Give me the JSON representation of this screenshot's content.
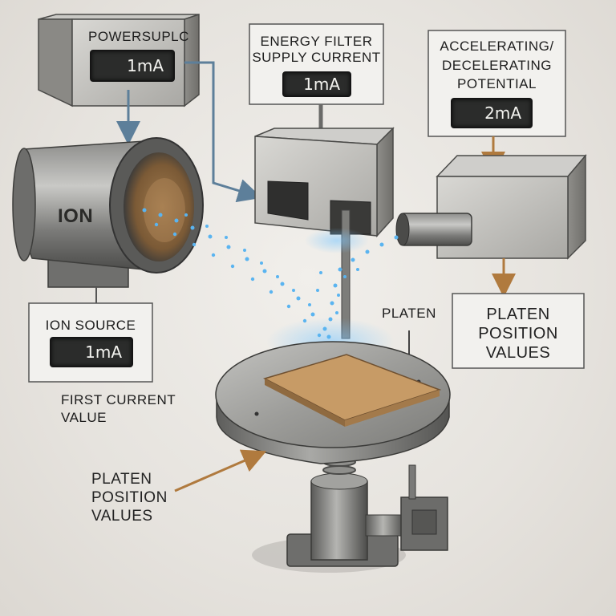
{
  "power_supply": {
    "title": "POWERSUPLC",
    "readout": "1mA"
  },
  "energy_filter": {
    "title_line1": "ENERGY FILTER",
    "title_line2": "SUPPLY CURRENT",
    "readout": "1mA"
  },
  "accel_decel": {
    "title_line1": "ACCELERATING/",
    "title_line2": "DECELERATING",
    "title_line3": "POTENTIAL",
    "readout": "2mA"
  },
  "ion_source": {
    "body_label": "ION",
    "panel_title": "ION SOURCE",
    "readout": "1mA",
    "caption_line1": "FIRST CURRENT",
    "caption_line2": "VALUE"
  },
  "platen": {
    "label": "PLATEN"
  },
  "platen_position_box": {
    "line1": "PLATEN",
    "line2": "POSITION",
    "line3": "VALUES"
  },
  "platen_position_caption": {
    "line1": "PLATEN",
    "line2": "POSITION",
    "line3": "VALUES"
  },
  "colors": {
    "beam": "#5ab4f0",
    "arrow_brown": "#b07a3e",
    "wire_blue": "#5d7f9a",
    "metal": "#9a9a98"
  }
}
